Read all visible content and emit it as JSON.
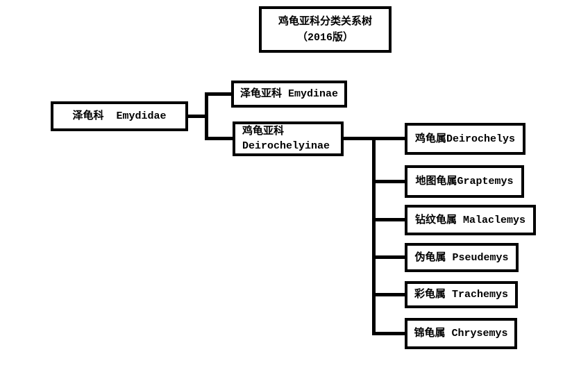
{
  "diagram": {
    "title": {
      "line1": "鸡龟亚科分类关系树",
      "line2": "（2016版）"
    },
    "family": {
      "label": "泽龟科  Emydidae"
    },
    "subfamilies": [
      {
        "label": "泽龟亚科 Emydinae"
      },
      {
        "line1": "鸡龟亚科",
        "line2": "Deirochelyinae"
      }
    ],
    "genera": [
      {
        "label": "鸡龟属Deirochelys"
      },
      {
        "label": "地图龟属Graptemys"
      },
      {
        "label": "钻纹龟属 Malaclemys"
      },
      {
        "label": "伪龟属 Pseudemys"
      },
      {
        "label": "彩龟属 Trachemys"
      },
      {
        "label": "锦龟属 Chrysemys"
      }
    ],
    "colors": {
      "background": "#ffffff",
      "box_border": "#000000",
      "box_fill": "#ffffff",
      "text": "#000000",
      "line": "#000000"
    }
  }
}
